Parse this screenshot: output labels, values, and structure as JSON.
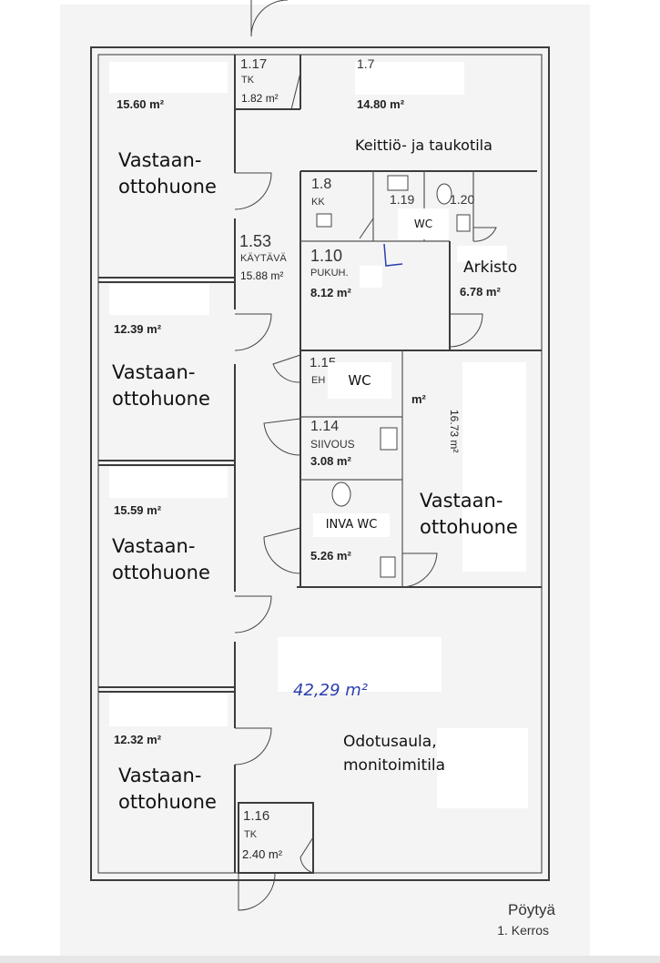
{
  "plan": {
    "location": "Pöytyä",
    "floor": "1. Kerros"
  },
  "rooms": {
    "r_1_1": {
      "area": "15.60 m²",
      "label": "Vastaan- ottohuone"
    },
    "r_1_2": {
      "area": "12.39 m²",
      "label": "Vastaan- ottohuone"
    },
    "r_1_3": {
      "area": "15.59 m²",
      "label": "Vastaan- ottohuone"
    },
    "r_1_4": {
      "area": "12.32 m²",
      "label": "Vastaan- ottohuone"
    },
    "r_1_7": {
      "number": "1.7",
      "area": "14.80 m²",
      "label": "Keittiö- ja taukotila"
    },
    "r_1_17": {
      "number": "1.17",
      "code": "TK",
      "area": "1.82 m²"
    },
    "r_1_8": {
      "number": "1.8",
      "code": "KK"
    },
    "r_1_19": {
      "number": "1.19"
    },
    "r_1_20": {
      "number": "1.20"
    },
    "wc_top": {
      "label": "WC"
    },
    "r_1_53": {
      "number": "1.53",
      "code": "KÄYTÄVÄ",
      "area": "15.88 m²"
    },
    "r_1_10": {
      "number": "1.10",
      "code": "PUKUH.",
      "area": "8.12 m²"
    },
    "arkisto": {
      "label": "Arkisto",
      "area": "6.78 m²"
    },
    "r_1_15": {
      "number": "1.15",
      "code": "EH",
      "area_suffix": "m²"
    },
    "wc_mid": {
      "label": "WC"
    },
    "r_1_14": {
      "number": "1.14",
      "code": "SIIVOUS",
      "area": "3.08 m²"
    },
    "inva_wc": {
      "label": "INVA WC",
      "area": "5.26 m²"
    },
    "east_room": {
      "area": "16.73 m²",
      "label": "Vastaan- ottohuone"
    },
    "lobby": {
      "area": "42,29 m²",
      "label": "Odotusaula, monitoimitila"
    },
    "r_1_16": {
      "number": "1.16",
      "code": "TK",
      "area": "2.40 m²"
    }
  }
}
